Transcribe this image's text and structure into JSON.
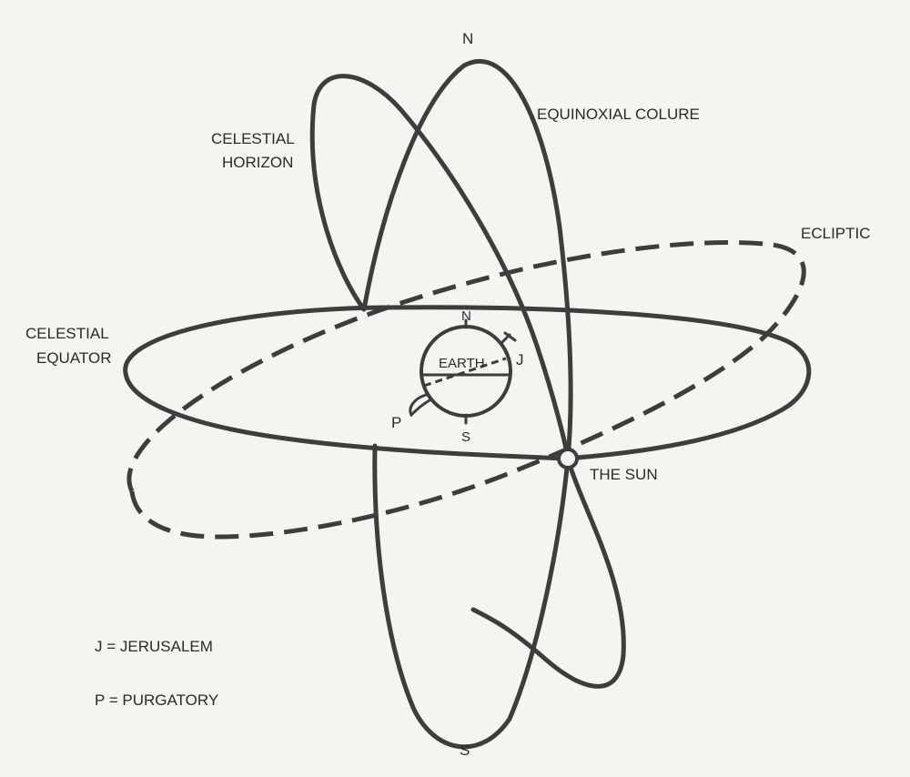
{
  "labels": {
    "top_pole": "N",
    "bottom_pole": "S",
    "equinoxial_colure": "EQUINOXIAL COLURE",
    "celestial_horizon_line1": "CELESTIAL",
    "celestial_horizon_line2": "HORIZON",
    "ecliptic": "ECLIPTIC",
    "celestial_equator_line1": "CELESTIAL",
    "celestial_equator_line2": "EQUATOR",
    "earth": "EARTH",
    "earth_north": "N",
    "earth_south": "S",
    "jerusalem_marker": "J",
    "purgatory_marker": "P",
    "sun": "THE SUN"
  },
  "legend": {
    "jerusalem": "J = JERUSALEM",
    "purgatory": "P = PURGATORY"
  }
}
